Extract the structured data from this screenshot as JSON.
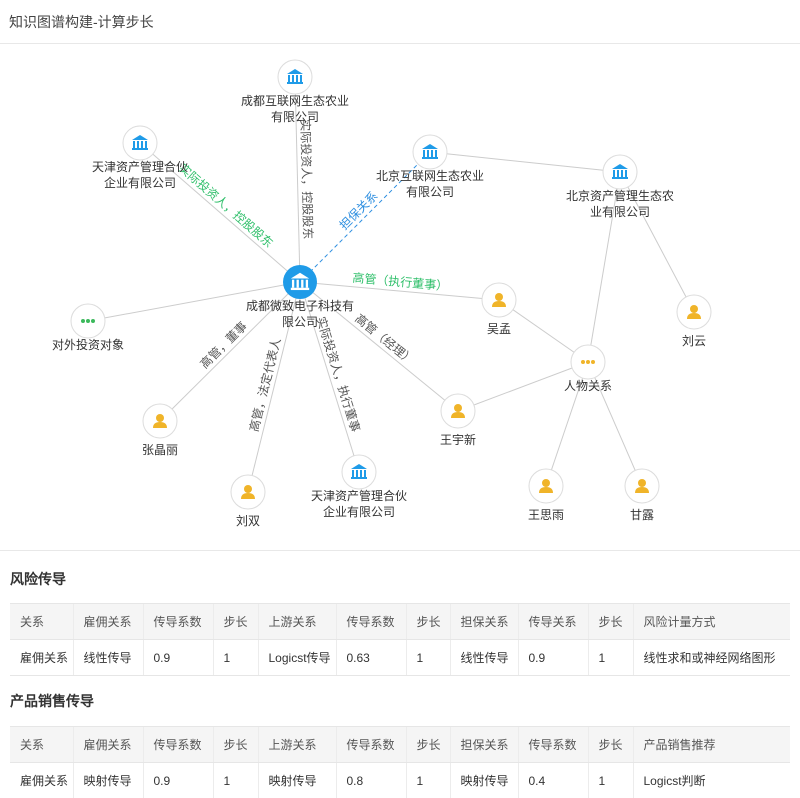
{
  "page": {
    "title": "知识图谱构建-计算步长"
  },
  "colors": {
    "company_icon": "#1f9be8",
    "center_node": "#1f9be8",
    "person_icon": "#f0b429",
    "outbound_icon": "#3cb95c",
    "relation_icon": "#f0b429",
    "edge_label_green": "#2fbf6a",
    "edge_label_blue": "#2e8fe0",
    "edge_label_gray": "#555555",
    "edge_line": "#cccccc"
  },
  "graph": {
    "nodes": [
      {
        "id": "center",
        "type": "center",
        "icon": "bank-icon",
        "label": [
          "成都微致电子科技有",
          "限公司"
        ]
      },
      {
        "id": "n_top",
        "type": "company",
        "icon": "bank-icon",
        "label": [
          "成都互联网生态农业",
          "有限公司"
        ]
      },
      {
        "id": "n_tj1",
        "type": "company",
        "icon": "bank-icon",
        "label": [
          "天津资产管理合伙",
          "企业有限公司"
        ]
      },
      {
        "id": "n_bj1",
        "type": "company",
        "icon": "bank-icon",
        "label": [
          "北京互联网生态农业",
          "有限公司"
        ]
      },
      {
        "id": "n_bj2",
        "type": "company",
        "icon": "bank-icon",
        "label": [
          "北京资产管理生态农",
          "业有限公司"
        ]
      },
      {
        "id": "n_out",
        "type": "outbound",
        "icon": "more-dots-icon",
        "label": [
          "对外投资对象"
        ]
      },
      {
        "id": "n_wumeng",
        "type": "person",
        "icon": "person-icon",
        "label": [
          "吴孟"
        ]
      },
      {
        "id": "n_liuyun",
        "type": "person",
        "icon": "person-icon",
        "label": [
          "刘云"
        ]
      },
      {
        "id": "n_rel",
        "type": "relation",
        "icon": "more-dots-icon",
        "label": [
          "人物关系"
        ]
      },
      {
        "id": "n_zhang",
        "type": "person",
        "icon": "person-icon",
        "label": [
          "张晶丽"
        ]
      },
      {
        "id": "n_wyx",
        "type": "person",
        "icon": "person-icon",
        "label": [
          "王宇新"
        ]
      },
      {
        "id": "n_liushuang",
        "type": "person",
        "icon": "person-icon",
        "label": [
          "刘双"
        ]
      },
      {
        "id": "n_tj2",
        "type": "company",
        "icon": "bank-icon",
        "label": [
          "天津资产管理合伙",
          "企业有限公司"
        ]
      },
      {
        "id": "n_wsy",
        "type": "person",
        "icon": "person-icon",
        "label": [
          "王思雨"
        ]
      },
      {
        "id": "n_ganlu",
        "type": "person",
        "icon": "person-icon",
        "label": [
          "甘露"
        ]
      }
    ],
    "edges": [
      {
        "from": "center",
        "to": "n_top",
        "label": "实际投资人，控股股东",
        "style": "gray"
      },
      {
        "from": "center",
        "to": "n_tj1",
        "label": "实际投资人，控股股东",
        "style": "green"
      },
      {
        "from": "center",
        "to": "n_bj1",
        "label": "担保关系",
        "style": "blue-dashed"
      },
      {
        "from": "center",
        "to": "n_wumeng",
        "label": "高管（执行董事）",
        "style": "green"
      },
      {
        "from": "center",
        "to": "n_out",
        "label": "",
        "style": "gray"
      },
      {
        "from": "center",
        "to": "n_zhang",
        "label": "高管，董事",
        "style": "gray"
      },
      {
        "from": "center",
        "to": "n_liushuang",
        "label": "高管，法定代表人",
        "style": "gray"
      },
      {
        "from": "center",
        "to": "n_tj2",
        "label": "实际投资人，执行董事",
        "style": "gray"
      },
      {
        "from": "center",
        "to": "n_wyx",
        "label": "高管（经理）",
        "style": "gray"
      },
      {
        "from": "n_bj1",
        "to": "n_bj2",
        "label": "",
        "style": "gray"
      },
      {
        "from": "n_bj2",
        "to": "n_liuyun",
        "label": "",
        "style": "gray"
      },
      {
        "from": "n_bj2",
        "to": "n_rel",
        "label": "",
        "style": "gray"
      },
      {
        "from": "n_wumeng",
        "to": "n_rel",
        "label": "",
        "style": "gray"
      },
      {
        "from": "n_wyx",
        "to": "n_rel",
        "label": "",
        "style": "gray"
      },
      {
        "from": "n_rel",
        "to": "n_wsy",
        "label": "",
        "style": "gray"
      },
      {
        "from": "n_rel",
        "to": "n_ganlu",
        "label": "",
        "style": "gray"
      }
    ]
  },
  "risk": {
    "title": "风险传导",
    "headers": [
      "关系",
      "雇佣关系",
      "传导系数",
      "步长",
      "上游关系",
      "传导系数",
      "步长",
      "担保关系",
      "传导关系",
      "步长",
      "风险计量方式"
    ],
    "rows": [
      [
        "雇佣关系",
        "线性传导",
        "0.9",
        "1",
        "Logicst传导",
        "0.63",
        "1",
        "线性传导",
        "0.9",
        "1",
        "线性求和或神经网络图形"
      ]
    ]
  },
  "sales": {
    "title": "产品销售传导",
    "headers": [
      "关系",
      "雇佣关系",
      "传导系数",
      "步长",
      "上游关系",
      "传导系数",
      "步长",
      "担保关系",
      "传导系数",
      "步长",
      "产品销售推荐"
    ],
    "rows": [
      [
        "雇佣关系",
        "映射传导",
        "0.9",
        "1",
        "映射传导",
        "0.8",
        "1",
        "映射传导",
        "0.4",
        "1",
        "Logicst判断"
      ]
    ]
  }
}
